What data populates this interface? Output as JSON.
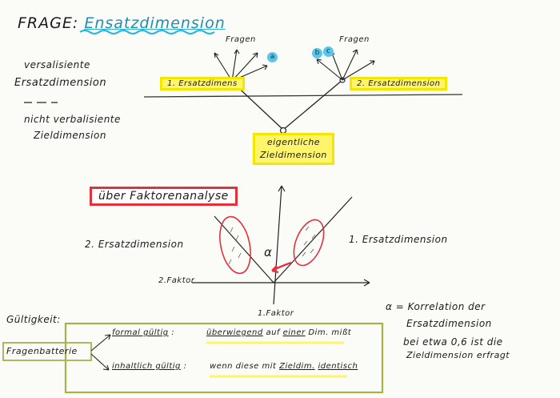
{
  "title": {
    "main": "FRAGE:",
    "subject": "Ensatzdimension"
  },
  "top_left": {
    "verbal_line1": "versalisiente",
    "verbal_line2": "Ersatzdimension",
    "nonverbal_line1": "nicht verbalisiente",
    "nonverbal_line2": "Zieldimension"
  },
  "top_diagram": {
    "fragen_left": "Fragen",
    "fragen_right": "Fragen",
    "box_left": "1. Ersatzdimens",
    "box_right": "2. Ersatzdimension",
    "box_bottom_line1": "eigentliche",
    "box_bottom_line2": "Zieldimension",
    "bubble_a": "a",
    "bubble_b": "b",
    "bubble_c": "c"
  },
  "factor_diagram": {
    "method_box": "über Faktorenanalyse",
    "left_dimension": "2. Ersatzdimension",
    "right_dimension": "1. Ersatzdimension",
    "axis_factor2": "2.Faktor",
    "axis_factor1": "1.Faktor",
    "angle_symbol": "α"
  },
  "note": {
    "line1": "α = Korrelation der",
    "line2": "Ersatzdimension",
    "line3": "bei etwa 0,6 ist die",
    "line4": "Zieldimension erfragt"
  },
  "validity": {
    "heading": "Gültigkeit:",
    "battery": "Fragenbatterie",
    "formal_label": "formal gültig",
    "formal_desc_1": "überwiegend",
    "formal_desc_2": "auf",
    "formal_desc_3": "einer",
    "formal_desc_4": "Dim. mißt",
    "content_label": "inhaltlich gültig",
    "content_desc_1": "wenn diese mit",
    "content_desc_2": "Zieldim.",
    "content_desc_3": "identisch",
    "colon": ":"
  },
  "colors": {
    "ink": "#1b1b1b",
    "highlight_yellow": "#fff56a",
    "frame_red": "#e0323b",
    "frame_green": "#a8b04a",
    "bubble_blue": "#5cc6ea",
    "title_blue": "#1d8fb0"
  }
}
